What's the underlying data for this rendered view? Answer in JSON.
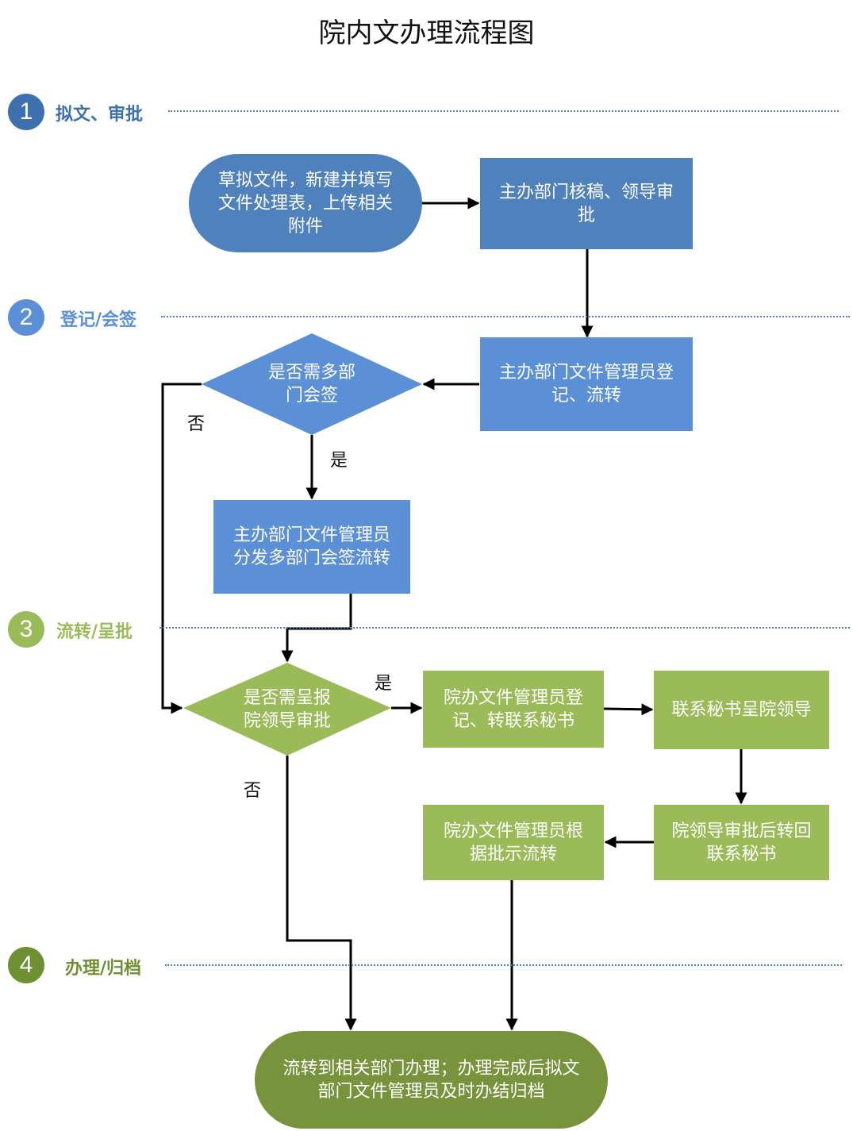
{
  "title": "院内文办理流程图",
  "colors": {
    "blue_dark": "#4F81BD",
    "blue_mid": "#5B8FD6",
    "green_light": "#9BBB59",
    "green_dark": "#77933C",
    "arrow": "#000000"
  },
  "stages": [
    {
      "num": "1",
      "label": "拟文、审批",
      "color": "#3E6FAE"
    },
    {
      "num": "2",
      "label": "登记/会签",
      "color": "#5B8FD6"
    },
    {
      "num": "3",
      "label": "流转/呈批",
      "color": "#9BBB59"
    },
    {
      "num": "4",
      "label": "办理/归档",
      "color": "#6E8F32"
    }
  ],
  "nodes": {
    "draft": "草拟文件，新建并填写文件处理表，上传相关附件",
    "dept_review": "主办部门核稿、领导审批",
    "dept_register": "主办部门文件管理员登记、流转",
    "multi_dept_q": "是否需多部门会签",
    "dept_distribute": "主办部门文件管理员分发多部门会签流转",
    "submit_q": "是否需呈报院领导审批",
    "office_register": "院办文件管理员登记、转联系秘书",
    "secretary_submit": "联系秘书呈院领导",
    "leader_approve": "院领导审批后转回联系秘书",
    "office_circulate": "院办文件管理员根据批示流转",
    "final": "流转到相关部门办理；办理完成后拟文部门文件管理员及时办结归档"
  },
  "edge_labels": {
    "multi_no": "否",
    "multi_yes": "是",
    "submit_yes": "是",
    "submit_no": "否"
  }
}
